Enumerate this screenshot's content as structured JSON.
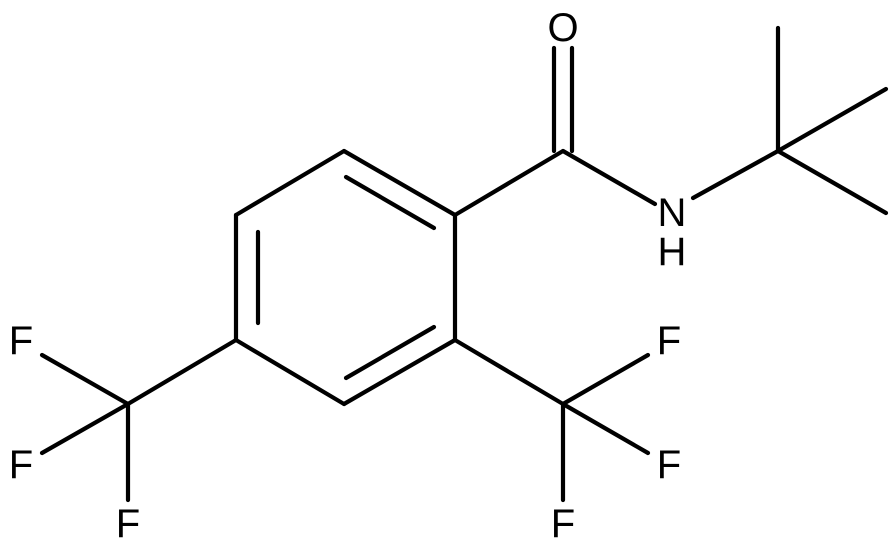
{
  "atoms": {
    "oxygen": "O",
    "nitrogen": "N",
    "hydrogen": "H",
    "fluorine_top_right": "F",
    "fluorine_mid_right": "F",
    "fluorine_bottom_right": "F",
    "fluorine_top_left": "F",
    "fluorine_mid_left": "F",
    "fluorine_bottom_left": "F"
  },
  "colors": {
    "bond": "#000000",
    "label": "#000000",
    "background": "#ffffff"
  }
}
